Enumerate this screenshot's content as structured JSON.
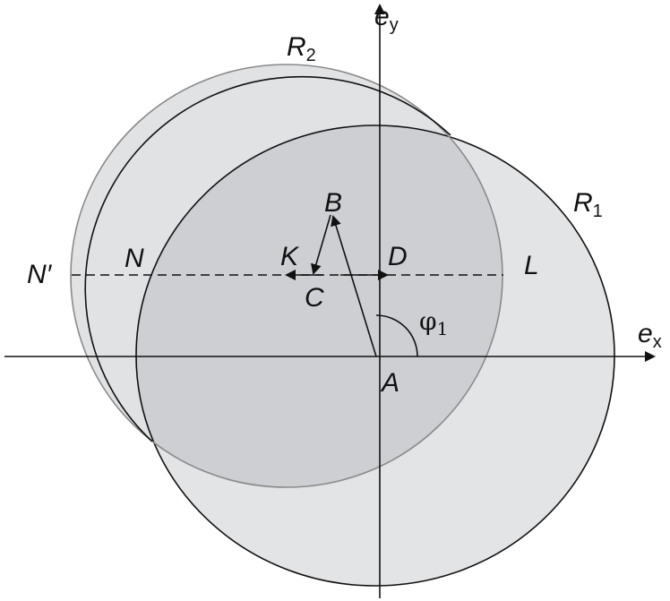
{
  "labels": {
    "ey_main": "e",
    "ey_sub": "y",
    "ex_main": "e",
    "ex_sub": "x",
    "R2_main": "R",
    "R2_sub": "2",
    "R1_main": "R",
    "R1_sub": "1",
    "B": "B",
    "K": "K",
    "C": "C",
    "D": "D",
    "N": "N",
    "N_prime": "N′",
    "L": "L",
    "A": "A",
    "phi_main": "φ",
    "phi_sub": "1"
  },
  "colors": {
    "circle_R1_fill": "#e3e4e6",
    "circle_R2_fill": "#e1e2e4",
    "overlap_fill": "#cdcfd2",
    "stroke": "#111111",
    "circle_R2_stroke": "#8a8a8a"
  }
}
